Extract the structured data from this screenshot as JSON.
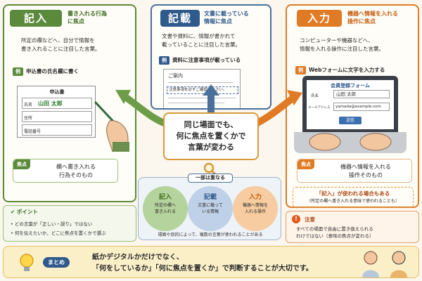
{
  "colors": {
    "green": "#5b8a3c",
    "blue": "#4a6f9a",
    "orange": "#e07a24",
    "gold": "#d69a3b"
  },
  "left": {
    "title": "記入",
    "subtitle": [
      "書き入れる行為",
      "に焦点"
    ],
    "desc": [
      "所定の欄などへ、自分で情報を",
      "書き入れることに注目した言葉。"
    ],
    "example_chip": "例",
    "example": "申込書の氏名欄に書く",
    "form": {
      "title": "申込書",
      "rows": [
        {
          "label": "氏名",
          "value": "山田 太郎"
        },
        {
          "label": "住所",
          "value": ""
        },
        {
          "label": "電話番号",
          "value": ""
        }
      ]
    },
    "focus_chip": "焦点",
    "focus": [
      "欄へ書き入れる",
      "行為そのもの"
    ]
  },
  "mid": {
    "title": "記載",
    "subtitle": [
      "文書に載っている",
      "情報に焦点"
    ],
    "desc": [
      "文書や資料に、情報が書かれて",
      "載っていることに注目した言葉。"
    ],
    "example_chip": "例",
    "example": "資料に注意事項が載っている",
    "doc": {
      "heading": "ご案内",
      "notice": "注意事項を必ずご確認ください。"
    }
  },
  "right": {
    "title": "入力",
    "subtitle": [
      "機器へ情報を入れる",
      "操作に焦点"
    ],
    "desc": [
      "コンピューターや機器などへ、",
      "情報を入れる操作に注目した言葉。"
    ],
    "example_chip": "例",
    "example": "Webフォームに文字を入力する",
    "web_form": {
      "title": "会員登録フォーム",
      "name_label": "氏名",
      "name_value": "山田 太郎",
      "email_label": "メールアドレス",
      "email_value": "yamada@example.com",
      "submit": "送信"
    },
    "focus_chip": "焦点",
    "focus": [
      "機器へ情報を入れる",
      "操作そのもの"
    ],
    "usage": [
      "「記入」が使われる場合もある",
      "（所定の欄へ書き入れる意味で使われることも）"
    ],
    "note_title": "注意",
    "note": [
      "すべての場面で自由に置き換えられる",
      "わけではない（意味の焦点が変わる）"
    ]
  },
  "center": {
    "lines": [
      "同じ場面でも、",
      "何に焦点を置くかで",
      "言葉が変わる"
    ]
  },
  "overlap": {
    "title": "一部は重なる",
    "circles": [
      {
        "title": "記入",
        "lines": [
          "所定の欄へ",
          "書き入れる"
        ]
      },
      {
        "title": "記載",
        "lines": [
          "文書に載って",
          "いる情報"
        ]
      },
      {
        "title": "入力",
        "lines": [
          "機器へ情報を",
          "入れる操作"
        ]
      }
    ],
    "note": "場面や目的によって、複数の言葉が使われることがある"
  },
  "points": {
    "title": "ポイント",
    "items": [
      "どの言葉が「正しい・誤り」ではない",
      "何を伝えたいか、どこに焦点を置くかで選ぶ"
    ]
  },
  "summary": {
    "chip": "まとめ",
    "lines": [
      "紙かデジタルかだけでなく、",
      "「何をしているか」「何に焦点を置くか」で判断することが大切です。"
    ]
  }
}
